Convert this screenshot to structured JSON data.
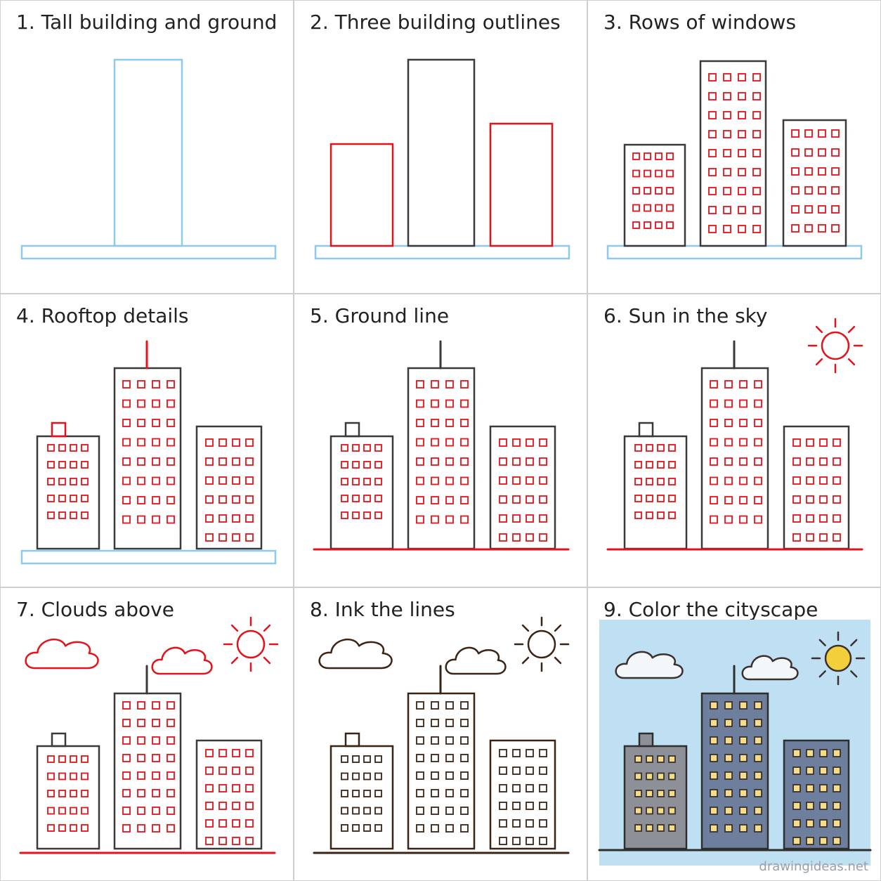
{
  "steps": [
    {
      "number": "1.",
      "title": "Tall building and ground"
    },
    {
      "number": "2.",
      "title": "Three building outlines"
    },
    {
      "number": "3.",
      "title": "Rows of windows"
    },
    {
      "number": "4.",
      "title": "Rooftop details"
    },
    {
      "number": "5.",
      "title": "Ground line"
    },
    {
      "number": "6.",
      "title": "Sun in the sky"
    },
    {
      "number": "7.",
      "title": "Clouds above"
    },
    {
      "number": "8.",
      "title": "Ink the lines"
    },
    {
      "number": "9.",
      "title": "Color the cityscape"
    }
  ],
  "watermark": "drawingideas.net",
  "colors": {
    "guide_blue": "#8ec9ee",
    "new_red": "#e5121a",
    "pencil_gray": "#3a3a3a",
    "ink_brown": "#3b2416",
    "sky_blue": "#bfe0f3",
    "building_gray": "#8d9096",
    "building_blue": "#6d7f9c",
    "window_yellow": "#f5dd8a",
    "sun_yellow": "#f4cf3c",
    "cloud_white": "#f4f7fa"
  }
}
